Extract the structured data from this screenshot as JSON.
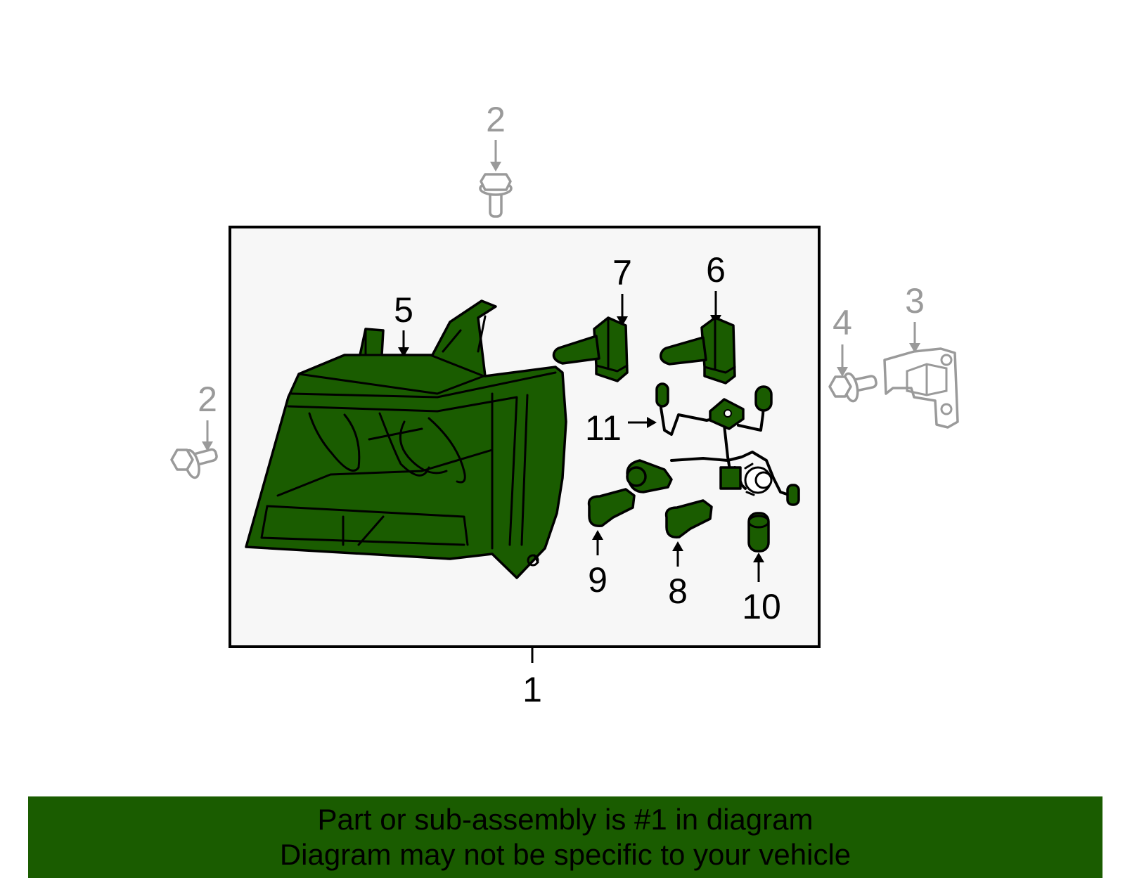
{
  "callouts": {
    "c1": "1",
    "c2_top": "2",
    "c2_left": "2",
    "c3": "3",
    "c4": "4",
    "c5": "5",
    "c6": "6",
    "c7": "7",
    "c8": "8",
    "c9": "9",
    "c10": "10",
    "c11": "11"
  },
  "banner": {
    "line1": "Part or sub-assembly is #1 in diagram",
    "line2": "Diagram may not be specific to your vehicle"
  },
  "colors": {
    "highlight_part": "#1a5c00",
    "external_part": "#9a9a9a",
    "assembly_box_fill": "#f7f7f7",
    "banner_bg": "#1a5c00"
  }
}
